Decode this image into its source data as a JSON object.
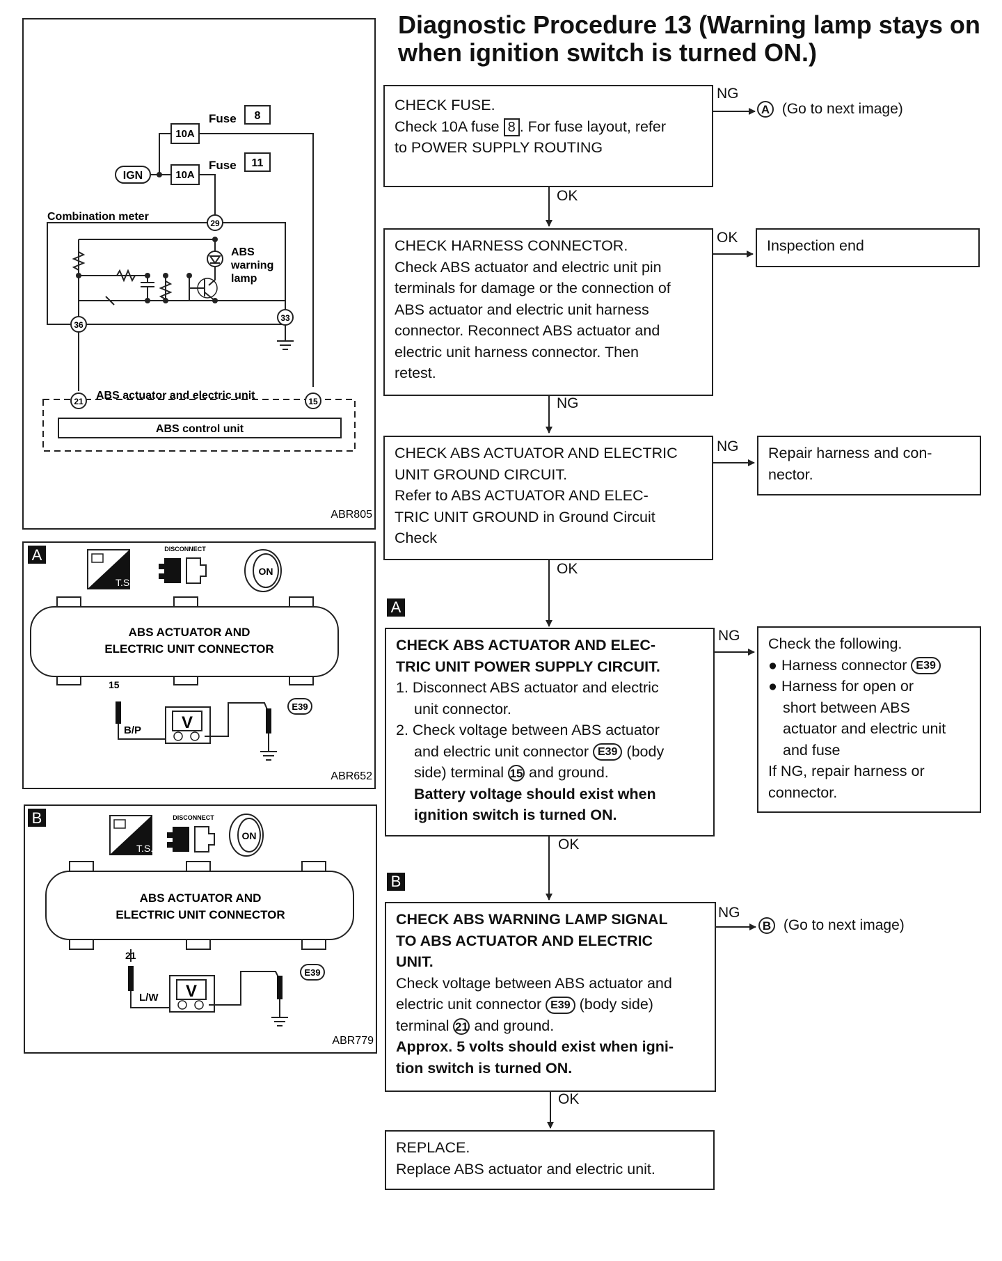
{
  "title": "Diagnostic Procedure 13 (Warning lamp stays on when ignition switch is turned ON.)",
  "wiring": {
    "fuse_label": "Fuse",
    "fuse1_no": "8",
    "fuse2_no": "11",
    "fuse_rating": "10A",
    "ign": "IGN",
    "combination_meter": "Combination meter",
    "lamp_label_1": "ABS",
    "lamp_label_2": "warning",
    "lamp_label_3": "lamp",
    "t29": "29",
    "t36": "36",
    "t33": "33",
    "t21": "21",
    "t15": "15",
    "abs_unit": "ABS actuator and electric unit",
    "control_unit": "ABS control unit",
    "code": "ABR805"
  },
  "panel_a": {
    "tab": "A",
    "ts": "T.S.",
    "disconnect": "DISCONNECT",
    "on": "ON",
    "connector_line1": "ABS ACTUATOR AND",
    "connector_line2": "ELECTRIC UNIT CONNECTOR",
    "pin": "15",
    "wire": "B/P",
    "conn": "E39",
    "meter": "V",
    "code": "ABR652"
  },
  "panel_b": {
    "tab": "B",
    "ts": "T.S.",
    "disconnect": "DISCONNECT",
    "on": "ON",
    "connector_line1": "ABS ACTUATOR AND",
    "connector_line2": "ELECTRIC UNIT CONNECTOR",
    "pin": "21",
    "wire": "L/W",
    "conn": "E39",
    "meter": "V",
    "code": "ABR779"
  },
  "flow": {
    "ok": "OK",
    "ng": "NG",
    "step1": {
      "l1": "CHECK FUSE.",
      "l2a": "Check 10A fuse",
      "fuse": "8",
      "l2b": ". For fuse layout, refer",
      "l3": "to POWER SUPPLY ROUTING"
    },
    "goto_a": {
      "letter": "A",
      "text": "(Go to next image)"
    },
    "step2": {
      "lines": [
        "CHECK HARNESS CONNECTOR.",
        "Check ABS actuator and electric unit pin",
        "terminals for damage or the connection of",
        "ABS actuator and electric unit harness",
        "connector. Reconnect ABS actuator and",
        "electric unit harness connector. Then",
        "retest."
      ]
    },
    "inspection_end": "Inspection end",
    "step3": {
      "lines": [
        "CHECK ABS ACTUATOR AND ELECTRIC",
        "UNIT GROUND CIRCUIT.",
        "Refer to ABS ACTUATOR AND ELEC-",
        "TRIC UNIT GROUND in Ground Circuit",
        "Check"
      ]
    },
    "repair1": {
      "l1": "Repair harness and con-",
      "l2": "nector."
    },
    "tab_a": "A",
    "step4": {
      "h1": "CHECK ABS ACTUATOR AND ELEC-",
      "h2": "TRIC UNIT POWER SUPPLY CIRCUIT.",
      "i1a": "1. Disconnect ABS actuator and electric",
      "i1b": "unit connector.",
      "i2a": "2. Check voltage between ABS actuator",
      "i2b_pre": "and electric unit connector",
      "conn": "E39",
      "i2b_post": "(body",
      "i2c_pre": "side) terminal",
      "term": "15",
      "i2c_post": "and ground.",
      "b1": "Battery voltage should exist when",
      "b2": "ignition switch is turned ON."
    },
    "check_following": {
      "l1": "Check the following.",
      "b1_pre": "Harness connector",
      "conn": "E39",
      "b2a": "Harness for open or",
      "b2b": "short between ABS",
      "b2c": "actuator and electric unit",
      "b2d": "and fuse",
      "l3": "If NG, repair harness or",
      "l4": "connector."
    },
    "tab_b": "B",
    "step5": {
      "h1": "CHECK ABS WARNING LAMP SIGNAL",
      "h2": "TO ABS ACTUATOR AND ELECTRIC",
      "h3": "UNIT.",
      "l1": "Check voltage between ABS actuator and",
      "l2_pre": "electric unit connector",
      "conn": "E39",
      "l2_post": "(body side)",
      "l3_pre": "terminal",
      "term": "21",
      "l3_post": "and ground.",
      "b1": "Approx. 5 volts should exist when igni-",
      "b2": "tion switch is turned ON."
    },
    "goto_b": {
      "letter": "B",
      "text": "(Go to next image)"
    },
    "step6": {
      "l1": "REPLACE.",
      "l2": "Replace ABS actuator and electric unit."
    }
  }
}
